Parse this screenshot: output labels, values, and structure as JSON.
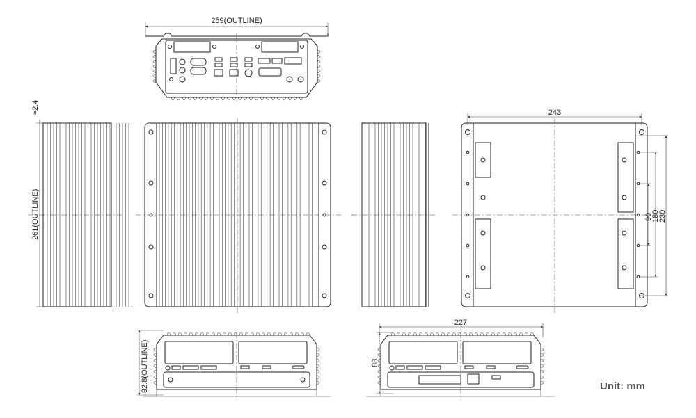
{
  "title": "Mechanical dimension drawing",
  "dimensions": {
    "rear_width": "259(OUTLINE)",
    "flange_offset": "≈2.4",
    "depth": "261(OUTLINE)",
    "bottom_width": "243",
    "mount_90": "90",
    "mount_180": "180",
    "mount_230": "230",
    "front_height": "92.8(OUTLINE)",
    "front_width": "227",
    "body_height": "88"
  },
  "unit_label": "Unit: mm"
}
